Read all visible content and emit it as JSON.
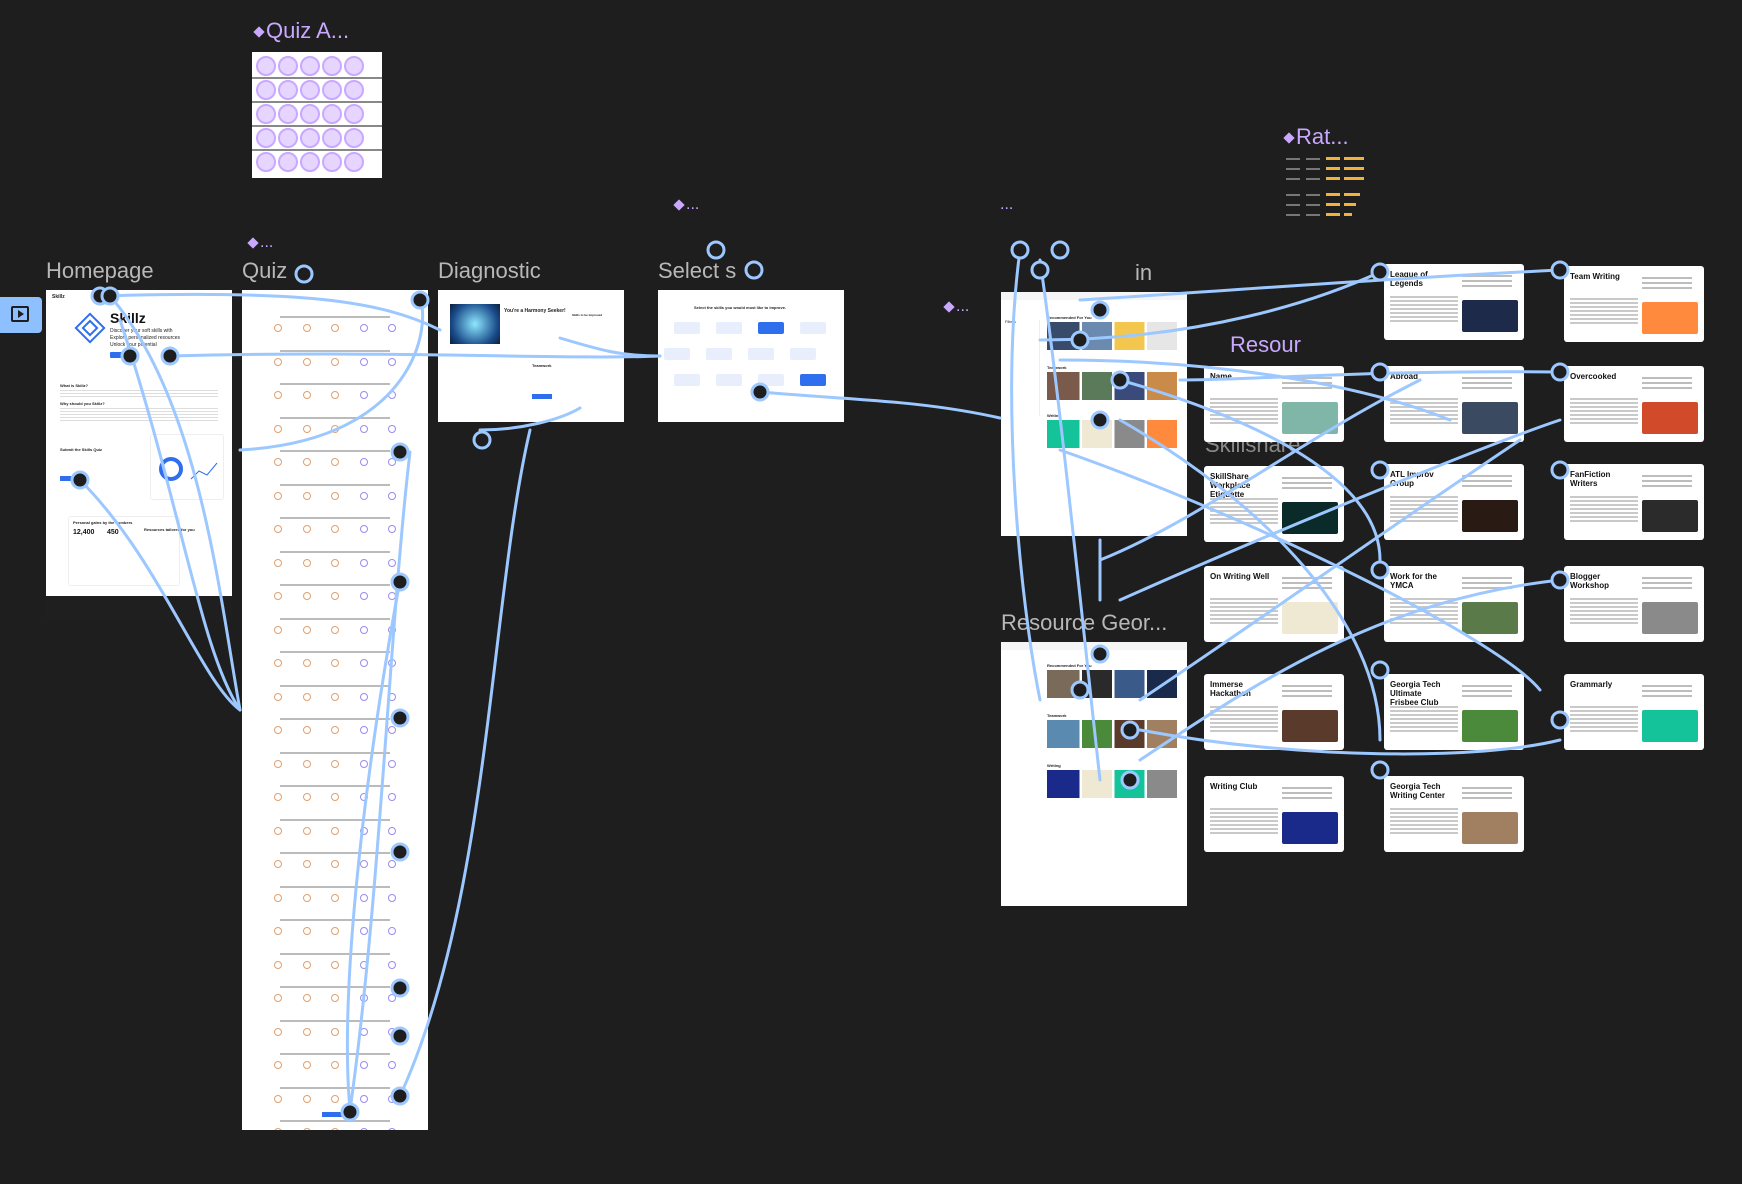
{
  "canvas": {
    "frames": {
      "homepage": "Homepage",
      "quiz": "Quiz",
      "diagnostic": "Diagnostic",
      "select": "Select s",
      "in": "in",
      "resource_geor": "Resource Geor...",
      "skillshare": "Skillshare",
      "resou": "Resour"
    },
    "components": {
      "quiz_a": "Quiz A...",
      "rat": "Rat...",
      "dots1": "...",
      "dots2": "...",
      "dots3": "...",
      "dots4": "..."
    }
  },
  "homepage": {
    "brand": "Skillz",
    "title": "Skillz",
    "tagline1": "Discover your soft skills with",
    "tagline2": "Explore personalized resources",
    "tagline3": "Unlock your potential",
    "section1": "What is Skillz?",
    "section2": "Why should you Skillz?",
    "cta_title": "Submit the Skills Quiz",
    "stat1": "12,400",
    "stat2": "450",
    "stats_title": "Personal gains by the numbers",
    "res_title": "Resources tailored for you"
  },
  "diagnostic": {
    "heading": "You're a Harmony Seeker!",
    "side": "Skills to be improved",
    "skill": "Teamwork"
  },
  "select": {
    "prompt": "Select the skills you would most like to improve."
  },
  "results": {
    "rec": "Recommended For You",
    "teamwork": "Teamwork",
    "writing": "Writing",
    "filter": "Filters"
  },
  "cards": [
    {
      "title": "League of Legends",
      "color": "#1d2a4a"
    },
    {
      "title": "Team Writing",
      "color": "#ff8a3d"
    },
    {
      "title": "Abroad",
      "color": "#3a4a60"
    },
    {
      "title": "Overcooked",
      "color": "#d14a2a"
    },
    {
      "title": "Name",
      "color": "#7fb6a8"
    },
    {
      "title": "ATL Improv Group",
      "color": "#2a1a14"
    },
    {
      "title": "FanFiction Writers",
      "color": "#2b2b2b"
    },
    {
      "title": "SkillShare - Workplace Etiquette",
      "color": "#0b2a2a"
    },
    {
      "title": "On Writing Well",
      "color": "#efe8d2"
    },
    {
      "title": "Work for the YMCA",
      "color": "#5a7a4a"
    },
    {
      "title": "Blogger Workshop",
      "color": "#8a8a8a"
    },
    {
      "title": "Immerse Hackathon",
      "color": "#5a3a2a"
    },
    {
      "title": "Georgia Tech Ultimate Frisbee Club",
      "color": "#4a8a3a"
    },
    {
      "title": "Grammarly",
      "color": "#15c39a"
    },
    {
      "title": "Writing Club",
      "color": "#1a2a8a"
    },
    {
      "title": "Georgia Tech Writing Center",
      "color": "#a08060"
    }
  ],
  "colors": {
    "wire": "#9cc8ff",
    "component": "#c9a8ff",
    "canvas": "#1e1e1e",
    "accent": "#2f6fed"
  },
  "icons": [
    "play-icon",
    "component-icon"
  ]
}
